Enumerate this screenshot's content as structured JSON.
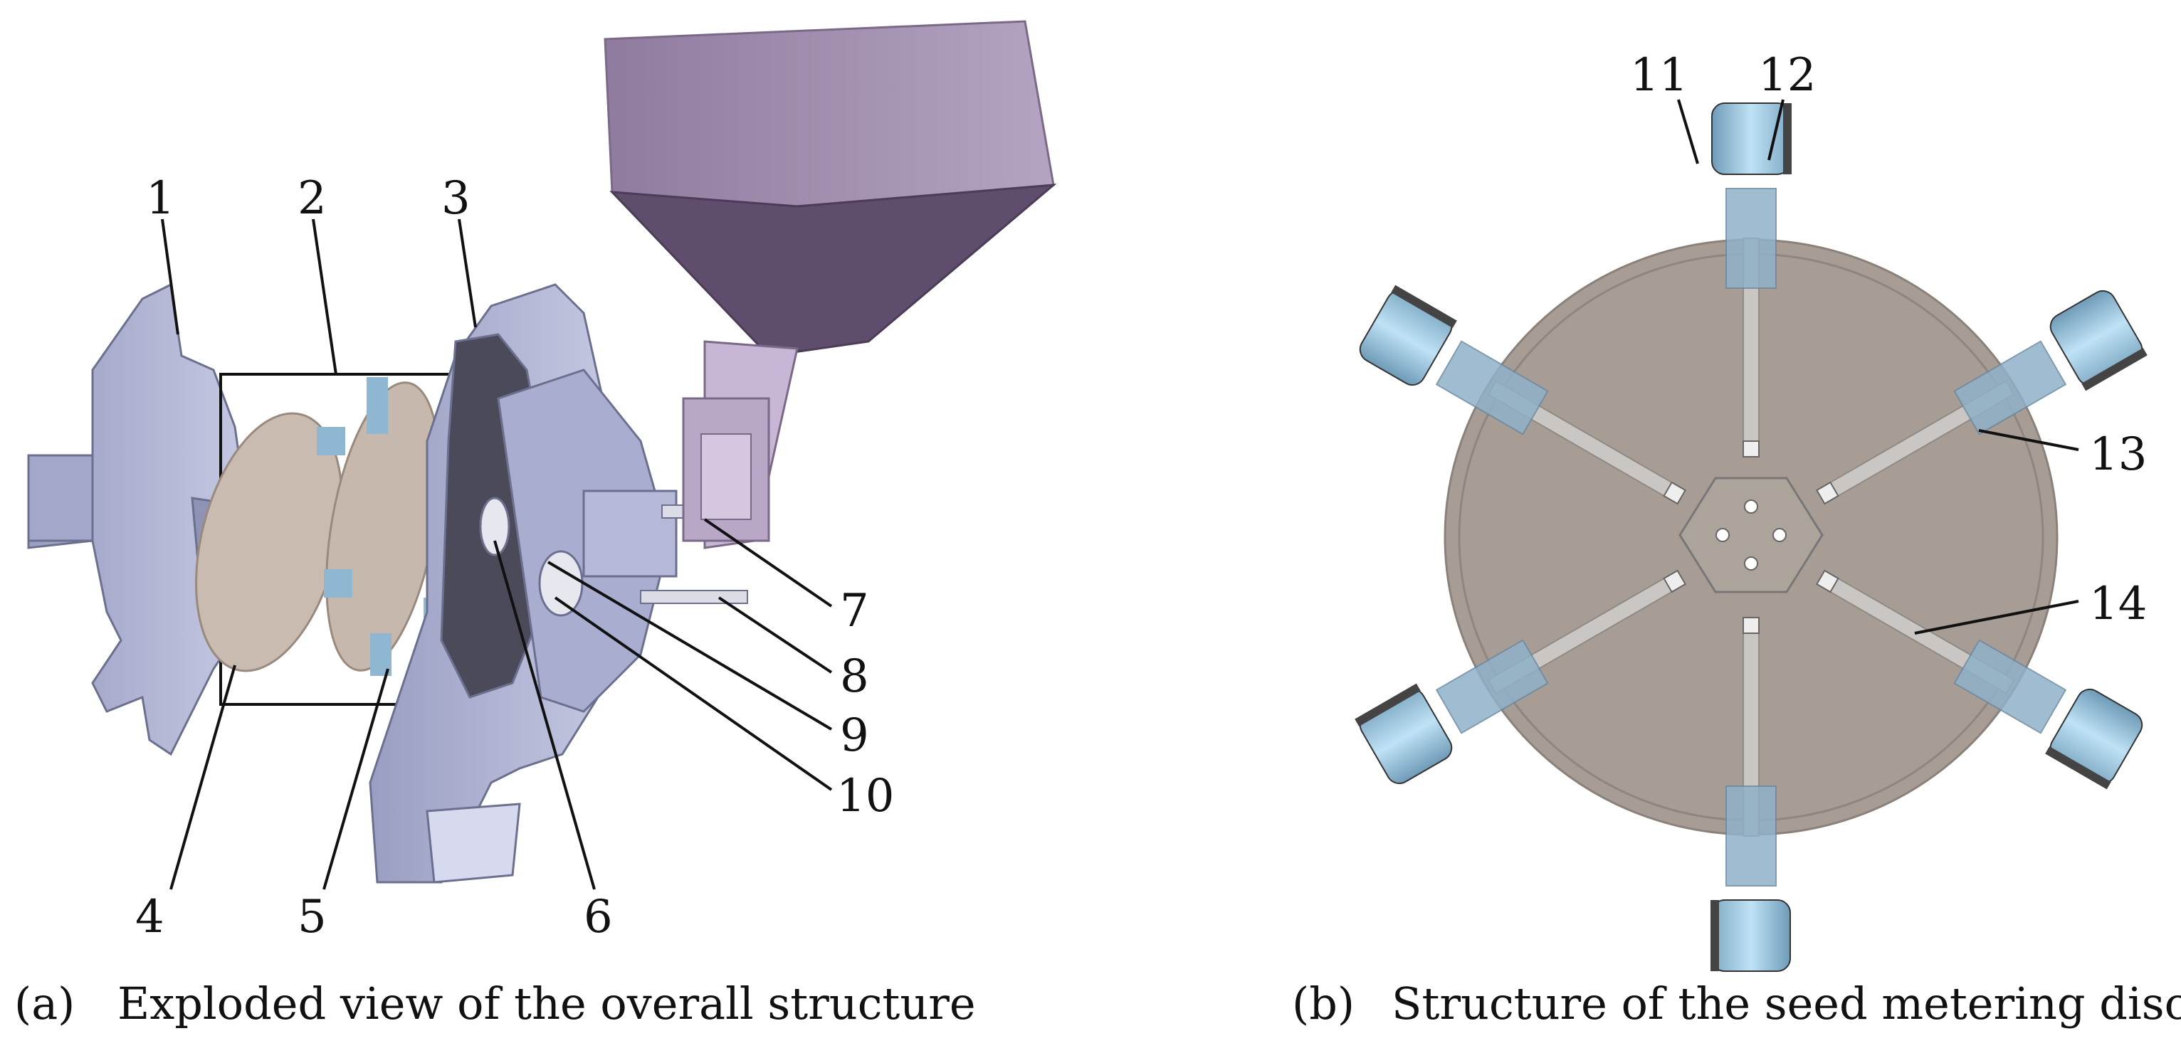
{
  "panel_a": {
    "caption_tag": "(a)",
    "caption": "Exploded view of the overall structure",
    "labels": [
      "1",
      "2",
      "3",
      "4",
      "5",
      "6",
      "7",
      "8",
      "9",
      "10"
    ]
  },
  "panel_b": {
    "caption_tag": "(b)",
    "caption": "Structure of the seed metering disc",
    "labels": [
      "11",
      "12",
      "13",
      "14"
    ]
  },
  "colors": {
    "housing": "#b9bdd9",
    "housing_dark": "#8d91b3",
    "hopper_light": "#b8a6c8",
    "hopper_dark": "#5a4868",
    "disc": "#a79d95",
    "seed_cup": "#a7d1ea",
    "arm": "#c9c6c3"
  }
}
